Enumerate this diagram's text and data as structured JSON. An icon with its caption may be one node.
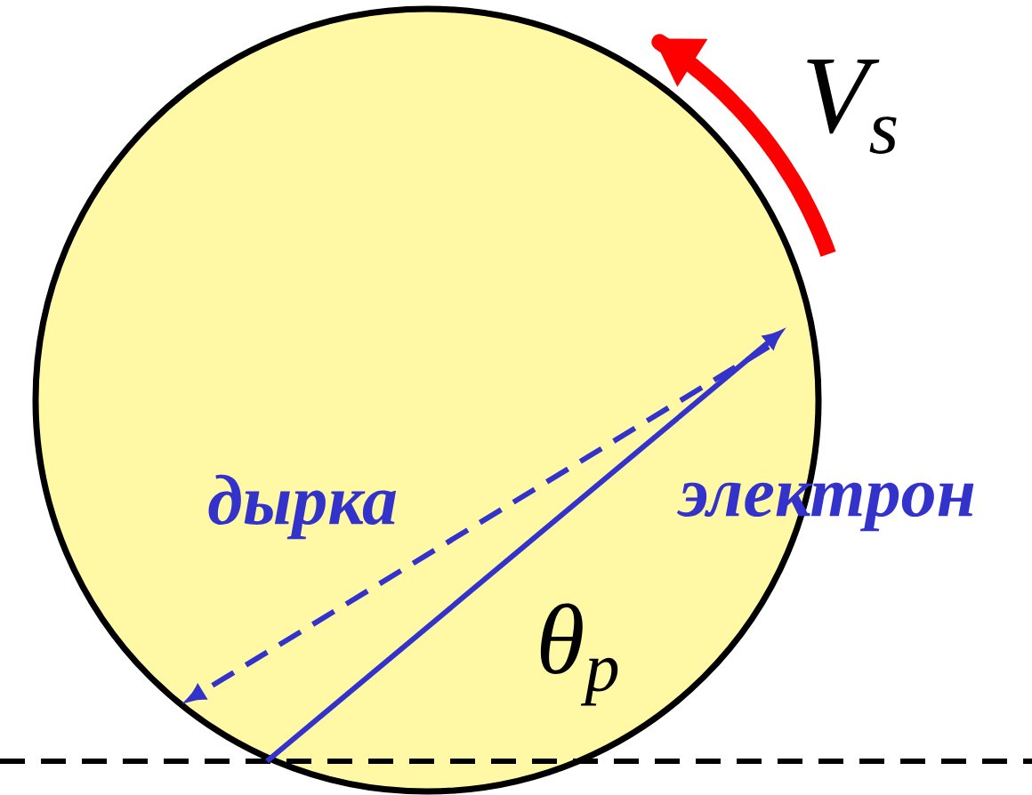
{
  "diagram": {
    "labels": [
      "V$_{s}$",
      "дырка",
      "электрон",
      "θ$_{p}$"
    ]
  }
}
